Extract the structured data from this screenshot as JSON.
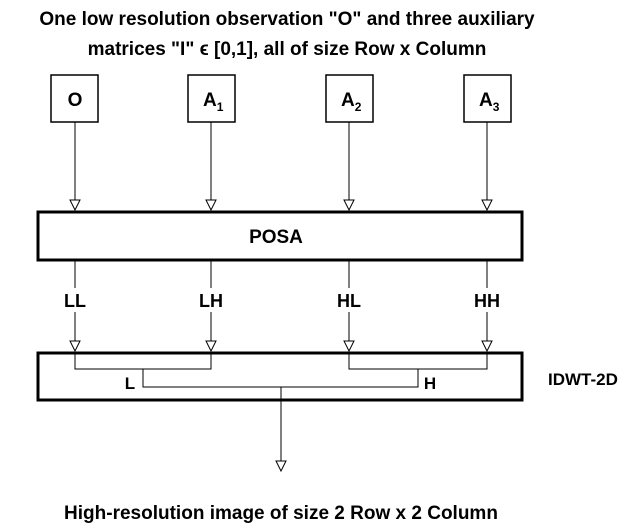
{
  "heading": {
    "line1": "One low resolution observation \"O\" and three auxiliary",
    "line2": "matrices \"I\" ϵ [0,1], all of size Row x Column"
  },
  "inputs": [
    {
      "label": "O",
      "sub": ""
    },
    {
      "label": "A",
      "sub": "1"
    },
    {
      "label": "A",
      "sub": "2"
    },
    {
      "label": "A",
      "sub": "3"
    }
  ],
  "posa": {
    "label": "POSA"
  },
  "bands": [
    "LL",
    "LH",
    "HL",
    "HH"
  ],
  "idwt": {
    "label": "IDWT-2D",
    "low_label": "L",
    "high_label": "H"
  },
  "output": {
    "label": "High-resolution image of size 2 Row x 2 Column"
  }
}
